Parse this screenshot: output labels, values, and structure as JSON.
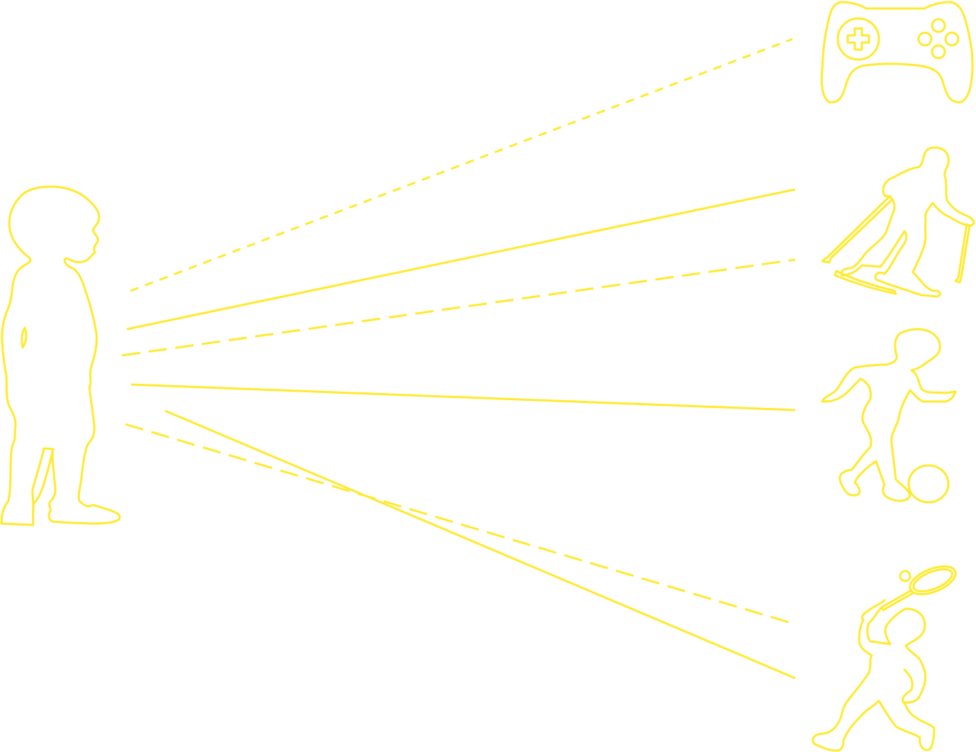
{
  "diagram": {
    "stroke_color": "#FFEA2E",
    "background_color": "#FFFFFF",
    "figures": [
      {
        "id": "child",
        "icon": "standing-child-silhouette-icon"
      },
      {
        "id": "game-controller",
        "icon": "game-controller-icon"
      },
      {
        "id": "skier",
        "icon": "skier-silhouette-icon"
      },
      {
        "id": "soccer-player",
        "icon": "soccer-player-silhouette-icon"
      },
      {
        "id": "tennis-player",
        "icon": "tennis-player-silhouette-icon"
      }
    ],
    "connectors": [
      {
        "from": "child",
        "to": "game-controller",
        "style": "dashed"
      },
      {
        "from": "child",
        "to": "skier",
        "style": "solid"
      },
      {
        "from": "child",
        "to": "skier",
        "style": "dashed"
      },
      {
        "from": "child",
        "to": "soccer-player",
        "style": "solid"
      },
      {
        "from": "child",
        "to": "tennis-player",
        "style": "solid"
      },
      {
        "from": "child",
        "to": "tennis-player",
        "style": "dashed"
      }
    ]
  }
}
